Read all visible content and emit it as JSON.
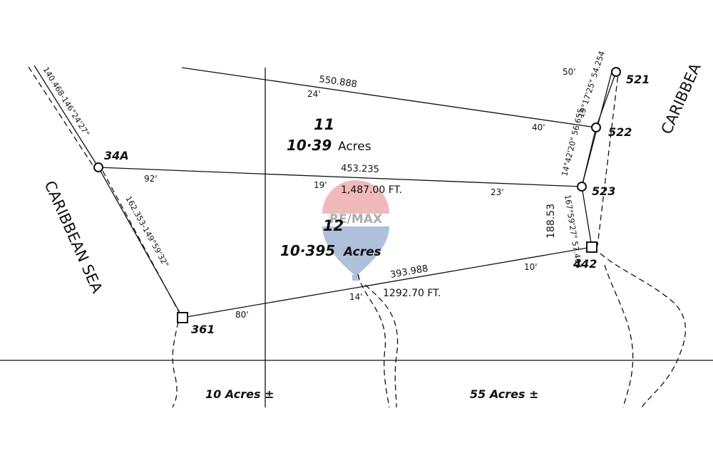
{
  "sea_labels": {
    "west": "CARIBBEAN SEA",
    "east": "CARIBBEA"
  },
  "monuments": {
    "m521": "521",
    "m522": "522",
    "m523": "523",
    "m442": "442",
    "m361": "361",
    "m34a": "34A"
  },
  "lots": {
    "lot11": {
      "number": "11",
      "acres": "10·39",
      "unit": "Acres"
    },
    "lot12": {
      "number": "12",
      "acres": "10·395",
      "unit": "Acres"
    }
  },
  "bottom_parcels": {
    "left": "10 Acres ±",
    "right": "55 Acres ±"
  },
  "distances": {
    "top": "550.888",
    "middle": "453.235",
    "bottom": "393.988",
    "west_upper": "140.468-146°24'27\"",
    "west_lower": "162.353-149°59'32\"",
    "east_521_522": "19°17'25\" 54.254",
    "east_522_523": "14°42'20\" 56.655",
    "east_523_442": "167°59'27\" 57.463"
  },
  "angles": {
    "a50": "50'",
    "a24": "24'",
    "a40": "40'",
    "a92": "92'",
    "a19": "19'",
    "a23": "23'",
    "a10": "10'",
    "a14": "14'",
    "a80": "80'"
  },
  "annotations": {
    "length1": "1,487.00 FT.",
    "length2": "1292.70 FT.",
    "length3": "188.53"
  },
  "watermark": {
    "brand": "RE/MAX",
    "balloon_red": "#d9383a",
    "balloon_blue": "#1a4d96"
  }
}
